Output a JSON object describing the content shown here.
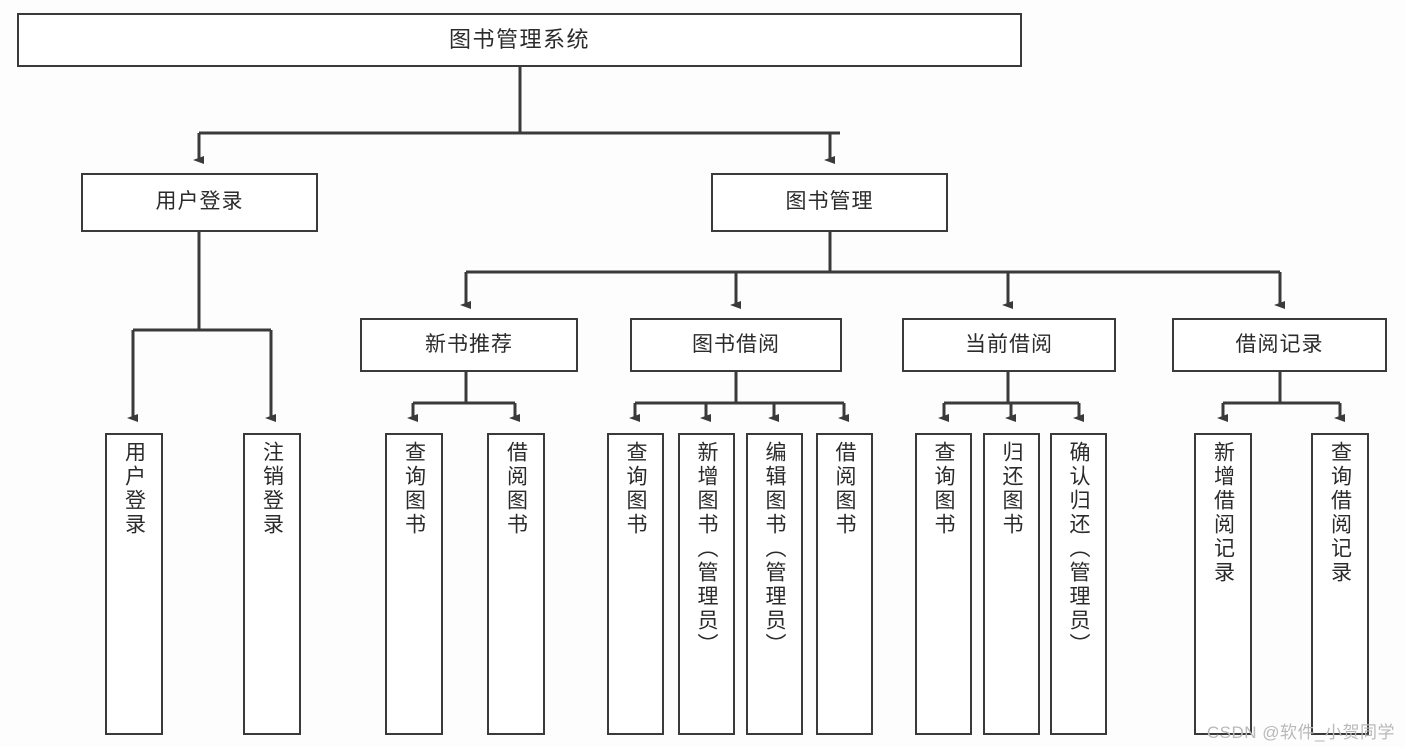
{
  "diagram": {
    "title": "图书管理系统",
    "watermark": "CSDN @软件_小贺同学",
    "line_color": "#3a3a3a",
    "box_fill": "#ffffff",
    "text_color": "#2b2b2b",
    "root": {
      "label": "图书管理系统"
    },
    "level2": [
      {
        "label": "用户登录"
      },
      {
        "label": "图书管理"
      }
    ],
    "level3": [
      {
        "label": "新书推荐"
      },
      {
        "label": "图书借阅"
      },
      {
        "label": "当前借阅"
      },
      {
        "label": "借阅记录"
      }
    ],
    "leaves": {
      "user_login": [
        {
          "label": "用户登录"
        },
        {
          "label": "注销登录"
        }
      ],
      "new_book": [
        {
          "label": "查询图书"
        },
        {
          "label": "借阅图书"
        }
      ],
      "book_borrow": [
        {
          "label": "查询图书"
        },
        {
          "label": "新增图书（管理员）"
        },
        {
          "label": "编辑图书（管理员）"
        },
        {
          "label": "借阅图书"
        }
      ],
      "current_borrow": [
        {
          "label": "查询图书"
        },
        {
          "label": "归还图书"
        },
        {
          "label": "确认归还（管理员）"
        }
      ],
      "borrow_record": [
        {
          "label": "新增借阅记录"
        },
        {
          "label": "查询借阅记录"
        }
      ]
    }
  }
}
